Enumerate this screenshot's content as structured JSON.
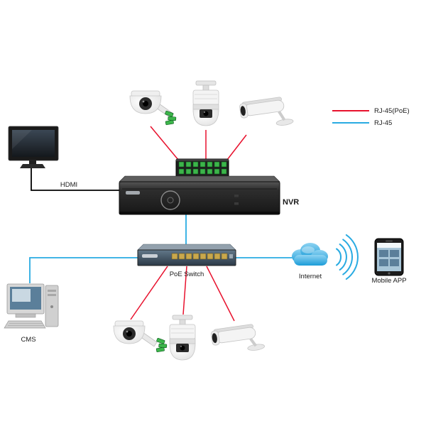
{
  "legend": {
    "items": [
      {
        "label": "RJ-45(PoE)",
        "color": "#e8112d"
      },
      {
        "label": "RJ-45",
        "color": "#29abe2"
      }
    ]
  },
  "labels": {
    "hdmi": "HDMI",
    "nvr": "NVR",
    "poe_switch": "PoE Switch",
    "internet": "Internet",
    "mobile_app": "Mobile APP",
    "cms": "CMS"
  },
  "colors": {
    "poe": "#e8112d",
    "lan": "#29abe2",
    "hdmi": "#000000",
    "port_green": "#3cb54a",
    "cloud": "#29abe2"
  },
  "device_names": [
    "dome-camera",
    "speed-dome-camera",
    "bullet-camera",
    "poe-injector",
    "nvr",
    "hdmi-monitor",
    "poe-switch",
    "cms-workstation",
    "internet-cloud",
    "wifi-signal",
    "mobile-phone"
  ]
}
